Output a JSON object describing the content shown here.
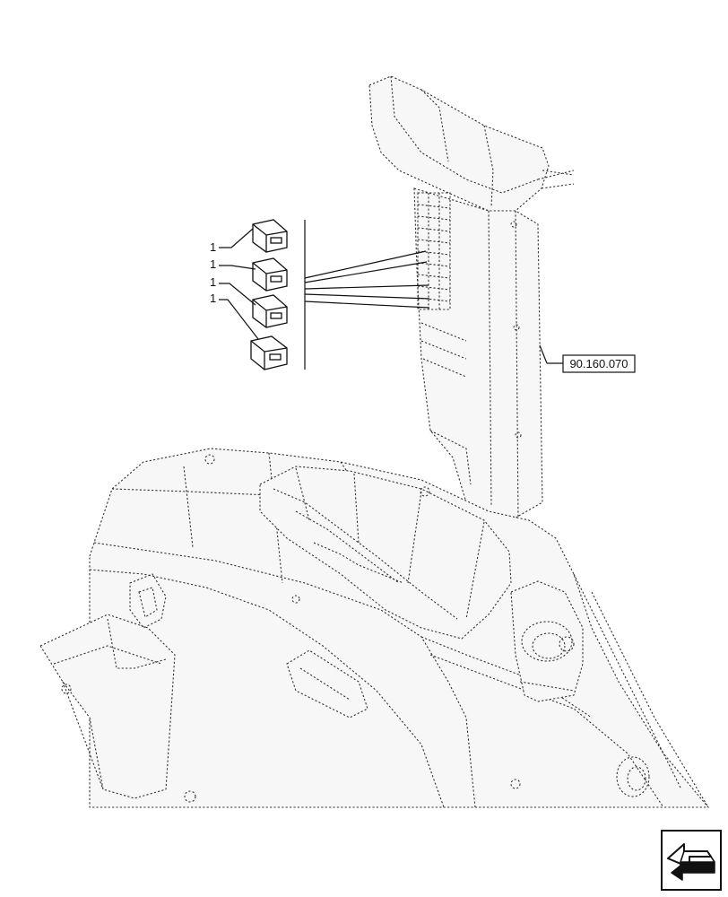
{
  "diagram": {
    "callouts": [
      {
        "label": "1"
      },
      {
        "label": "1"
      },
      {
        "label": "1"
      },
      {
        "label": "1"
      }
    ],
    "reference": {
      "label": "90.160.070"
    }
  },
  "navigation": {
    "icon": "next-page-arrow-icon"
  }
}
